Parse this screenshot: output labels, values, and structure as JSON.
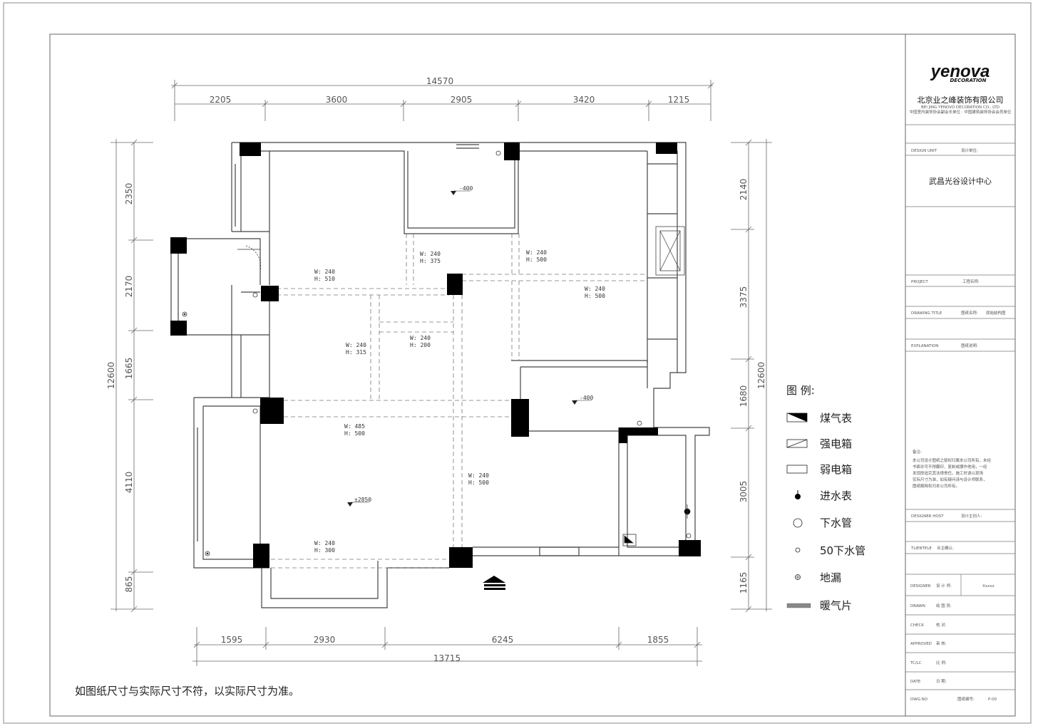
{
  "overall": {
    "top": "14570",
    "bottom": "13715",
    "left": "12600",
    "right": "12600"
  },
  "dims_top": [
    "2205",
    "3600",
    "2905",
    "3420",
    "1215"
  ],
  "dims_bottom": [
    "1595",
    "2930",
    "6245",
    "1855"
  ],
  "dims_left": [
    "2350",
    "2170",
    "1665",
    "4110",
    "865"
  ],
  "dims_right": [
    "2140",
    "3375",
    "1680",
    "3005",
    "1165"
  ],
  "beams": [
    {
      "w": "W: 240",
      "h": "H: 510"
    },
    {
      "w": "W: 240",
      "h": "H: 375"
    },
    {
      "w": "W: 240",
      "h": "H: 500"
    },
    {
      "w": "W: 240",
      "h": "H: 500"
    },
    {
      "w": "W: 240",
      "h": "H: 315"
    },
    {
      "w": "W: 240",
      "h": "H: 200"
    },
    {
      "w": "W: 485",
      "h": "H: 500"
    },
    {
      "w": "W: 240",
      "h": "H: 500"
    },
    {
      "w": "W: 240",
      "h": "H: 300"
    }
  ],
  "levels": [
    "-400",
    "-400",
    "±2850"
  ],
  "legend": {
    "title": "图 例:",
    "items": [
      "煤气表",
      "强电箱",
      "弱电箱",
      "进水表",
      "下水管",
      "50下水管",
      "地漏",
      "暖气片"
    ]
  },
  "footnote": "如图纸尺寸与实际尺寸不符，以实际尺寸为准。",
  "title_block": {
    "logo": "yenova",
    "logo_sub": "DECORATION",
    "company": "北京业之峰装饰有限公司",
    "company_en": "BEI JING YENOVO DECORATION CO., LTD",
    "company_tag": "中国室内装饰协会副会长单位 · 中国建筑装饰协会会员单位",
    "design_unit_label": "DESIGN UNIT",
    "design_unit_cn": "设计单位:",
    "design_unit": "武昌光谷设计中心",
    "project_label": "PROJECT",
    "project_cn": "工程名称:",
    "drawing_title_label": "DRAWING TITLE",
    "drawing_title_cn": "图纸名称:",
    "drawing_title_value": "原始结构图",
    "explanation_label": "EXPLANATION",
    "explanation_cn": "图纸说明:",
    "remark_title": "备注:",
    "remark_lines": [
      "本公司设计图纸之版权归属本公司所有，未经",
      "书面许可不得翻印、复制或挪作他用，一经",
      "发现即追究其法律责任。施工时请以现场",
      "实际尺寸为准，如有疑问请与设计师联系，",
      "图纸解释权归本公司所有。"
    ],
    "designer_host_label": "DESIGNER HOST",
    "designer_host_cn": "设计主创人:",
    "tlientele_label": "TLIENTELE",
    "tlientele_cn": "业主确认:",
    "rows": [
      {
        "en": "DESIGNER",
        "cn": "设 计 师:",
        "value": "Xxxxx"
      },
      {
        "en": "DRAWN",
        "cn": "绘 图 员:",
        "value": ""
      },
      {
        "en": "CHECK",
        "cn": "校   对:",
        "value": ""
      },
      {
        "en": "APPROVED",
        "cn": "审   核:",
        "value": ""
      },
      {
        "en": "TC/LC",
        "cn": "比   例:",
        "value": ""
      },
      {
        "en": "DATE",
        "cn": "日   期:",
        "value": ""
      },
      {
        "en": "DWG.NO",
        "cn": "图纸编号:",
        "value": "P-00"
      }
    ]
  }
}
